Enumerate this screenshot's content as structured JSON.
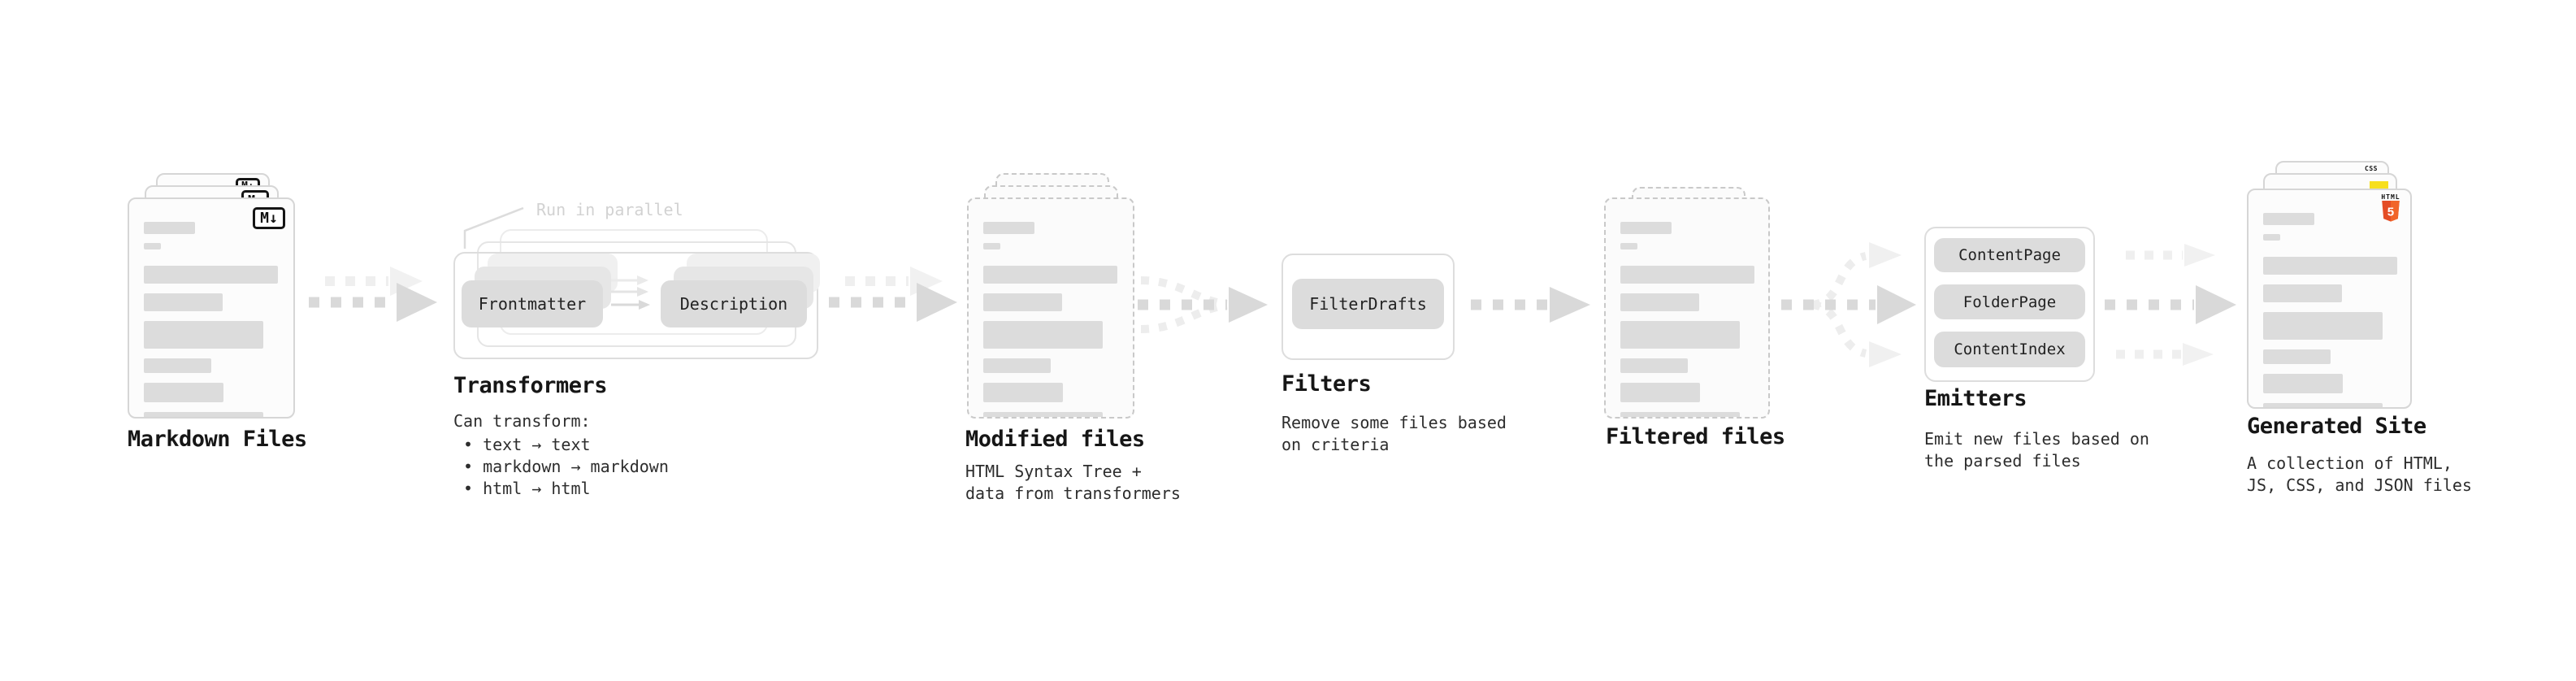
{
  "stages": {
    "markdown": {
      "title": "Markdown Files",
      "icon": "M↓"
    },
    "transformers": {
      "title": "Transformers",
      "parallel_note": "Run in parallel",
      "desc": "Can transform:",
      "bullets": {
        "b1": "• text → text",
        "b2": "• markdown → markdown",
        "b3": "• html → html"
      },
      "pill_input": "Frontmatter",
      "pill_output": "Description"
    },
    "modified": {
      "title": "Modified files",
      "desc_line1": "HTML Syntax Tree +",
      "desc_line2": "data from transformers"
    },
    "filters": {
      "title": "Filters",
      "desc_line1": "Remove some files based",
      "desc_line2": "on criteria",
      "pill": "FilterDrafts"
    },
    "filtered": {
      "title": "Filtered files"
    },
    "emitters": {
      "title": "Emitters",
      "desc_line1": "Emit new files based on",
      "desc_line2": "the parsed files",
      "pills": {
        "p1": "ContentPage",
        "p2": "FolderPage",
        "p3": "ContentIndex"
      }
    },
    "generated": {
      "title": "Generated Site",
      "desc_line1": "A collection of HTML,",
      "desc_line2": "JS, CSS, and JSON files",
      "badge_html_label": "HTML",
      "badge_html_number": "5",
      "badge_css_label": "CSS"
    }
  },
  "colors": {
    "arrow_dark": "#d9d9d9",
    "arrow_light": "#efefef",
    "card_border": "#d6d6d6",
    "card_border_dashed": "#c9c9c9",
    "placeholder_bar": "#dcdcdc",
    "pill_bg": "#dcdcdc",
    "faded_label": "#d2d2d2",
    "html5_orange": "#e44d26",
    "html5_orange_light": "#f16529",
    "js_yellow": "#f7df1e",
    "css_blue": "#2962ff"
  }
}
